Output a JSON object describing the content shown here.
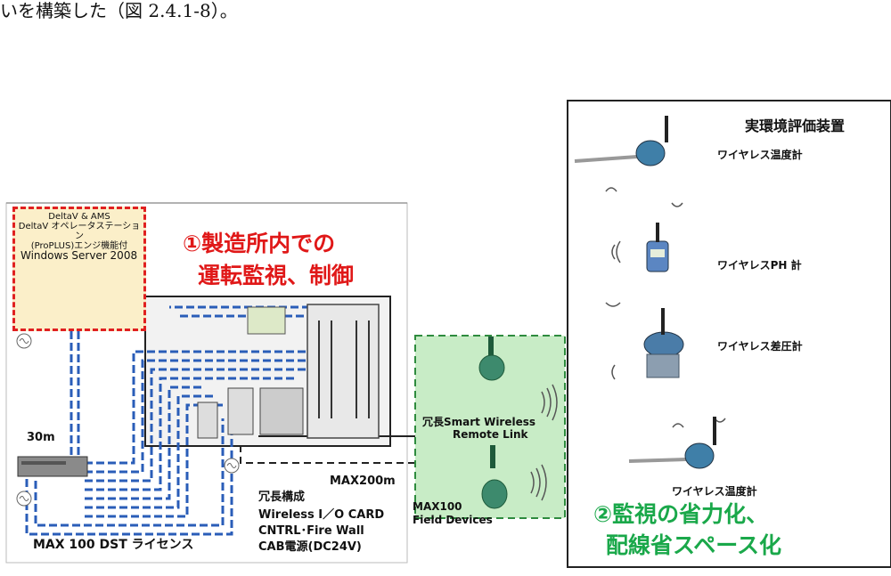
{
  "caption": "いを構築した（図 2.4.1-8）。",
  "server": {
    "line1": "DeltaV & AMS",
    "line2": "DeltaV オペレータステーション",
    "line3": "(ProPLUS)エンジ機能付",
    "line4": "Windows Server 2008"
  },
  "note1": {
    "line1": "①製造所内での",
    "line2": "運転監視、制御"
  },
  "distance_30m": "30m",
  "max200m": "MAX200m",
  "redundant": {
    "title": "冗長構成",
    "line1": "Wireless I／O CARD",
    "line2": "CNTRL･Fire Wall",
    "line3": "CAB電源(DC24V)"
  },
  "license": "MAX 100 DST ライセンス",
  "remote_link": {
    "line1": "冗長Smart Wireless",
    "line2": "Remote Link"
  },
  "field_devices": {
    "line1": "MAX100",
    "line2": "Field Devices"
  },
  "eval": {
    "title": "実環境評価装置",
    "dev1": "ワイヤレス温度計",
    "dev2": "ワイヤレスPH  計",
    "dev3": "ワイヤレス差圧計",
    "dev4": "ワイヤレス温度計"
  },
  "note2": {
    "line1": "②監視の省力化、",
    "line2": "配線省スペース化"
  },
  "colors": {
    "red": "#e01818",
    "green": "#1aa84a",
    "blue_cable": "#2a5db8",
    "server_bg": "#fbefc9",
    "wireless_bg": "#c8ecc6"
  }
}
